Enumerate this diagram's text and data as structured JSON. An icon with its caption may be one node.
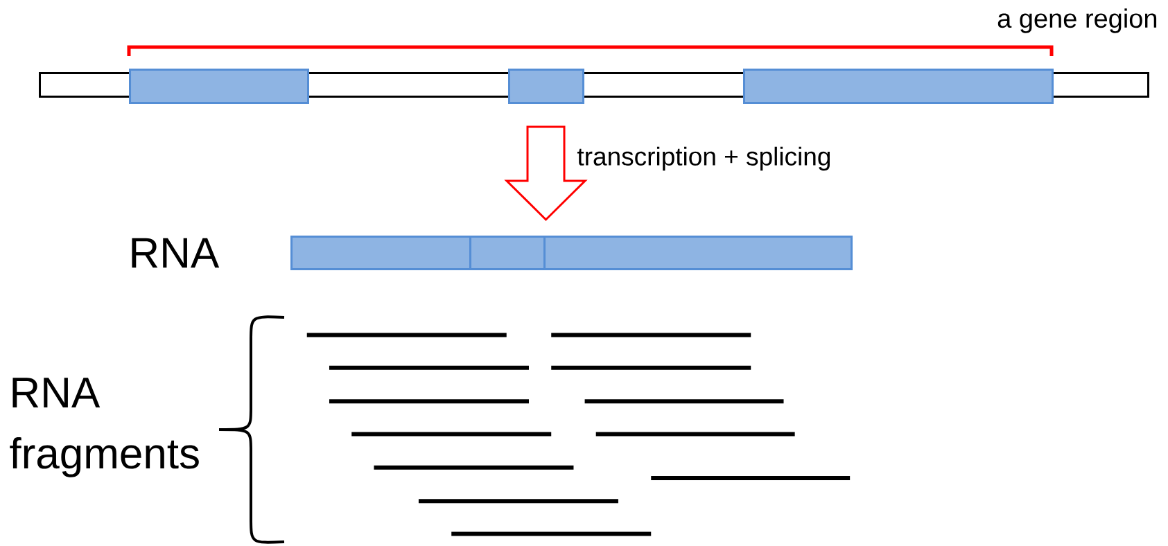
{
  "diagram": {
    "nodes": [
      {
        "text": [],
        "shape": "bar"
      },
      {
        "text": [],
        "shape": "box",
        "in": 0
      },
      {
        "text": [],
        "shape": "box",
        "in": 0
      },
      {
        "text": [],
        "shape": "box",
        "in": 0
      },
      {
        "text": [],
        "shape": "box"
      },
      {
        "text": [],
        "shape": "box"
      },
      {
        "text": [],
        "shape": "box"
      }
    ],
    "edges": [
      {
        "from": 0,
        "to": 5,
        "arrow": "to",
        "label": "transcription + splicing"
      }
    ],
    "labels": [
      "a gene region",
      "RNA",
      "RNA fragments"
    ]
  }
}
